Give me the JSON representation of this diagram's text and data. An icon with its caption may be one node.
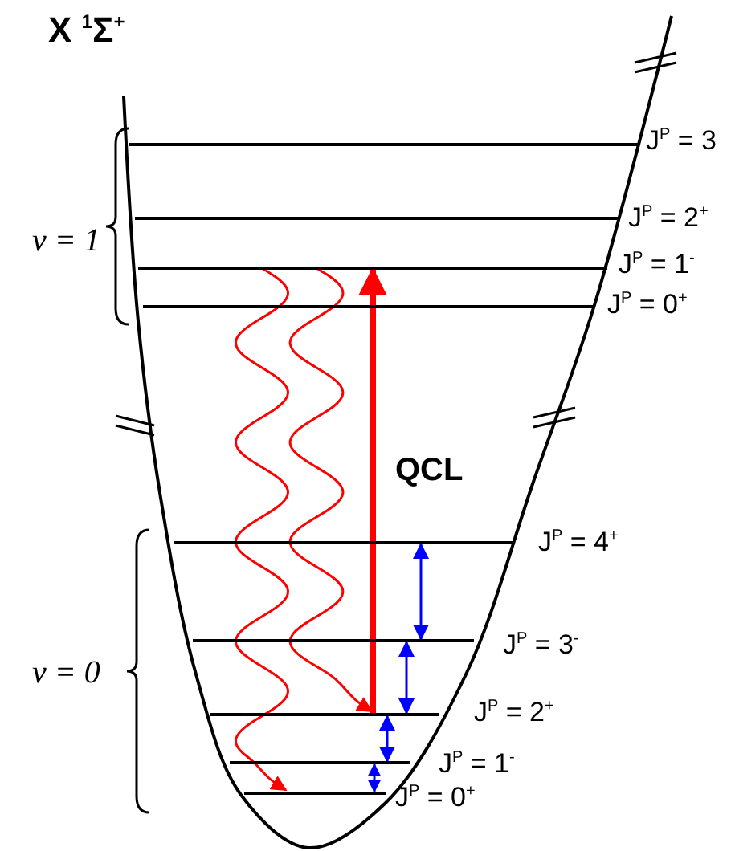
{
  "diagram": {
    "title": "X $^{1}$Σ$^{+}$",
    "nodes": [
      {
        "text": [],
        "shape": "bar",
        "beside": [
          "J$^{P}$ = 3"
        ]
      },
      {
        "text": [],
        "shape": "bar",
        "beside": [
          "J$^{P}$ = 2$^{+}$"
        ]
      },
      {
        "text": [],
        "shape": "bar",
        "beside": [
          "J$^{P}$ = 1$^{-}$"
        ]
      },
      {
        "text": [],
        "shape": "bar",
        "beside": [
          "J$^{P}$ = 0$^{+}$"
        ]
      },
      {
        "text": [],
        "shape": "bar",
        "beside": [
          "J$^{P}$ = 4$^{+}$"
        ]
      },
      {
        "text": [],
        "shape": "bar",
        "beside": [
          "J$^{P}$ = 3$^{-}$"
        ]
      },
      {
        "text": [],
        "shape": "bar",
        "beside": [
          "J$^{P}$ = 2$^{+}$"
        ]
      },
      {
        "text": [],
        "shape": "bar",
        "beside": [
          "J$^{P}$ = 1$^{-}$"
        ]
      },
      {
        "text": [],
        "shape": "bar",
        "beside": [
          "J$^{P}$ = 0$^{+}$"
        ]
      }
    ],
    "edges": [
      {
        "from": 6,
        "to": 2,
        "arrow": "to",
        "label": "QCL",
        "style": "thick",
        "color": "#ff0000"
      },
      {
        "from": 2,
        "to": 8,
        "arrow": "to",
        "color": "#ff0000"
      },
      {
        "from": 2,
        "to": 6,
        "arrow": "to",
        "color": "#ff0000"
      },
      {
        "from": 4,
        "to": 5,
        "arrow": "both"
      },
      {
        "from": 5,
        "to": 6,
        "arrow": "both"
      },
      {
        "from": 6,
        "to": 7,
        "arrow": "both"
      },
      {
        "from": 7,
        "to": 8,
        "arrow": "both"
      }
    ],
    "labels": [
      "ν = 1",
      "ν = 0"
    ]
  }
}
